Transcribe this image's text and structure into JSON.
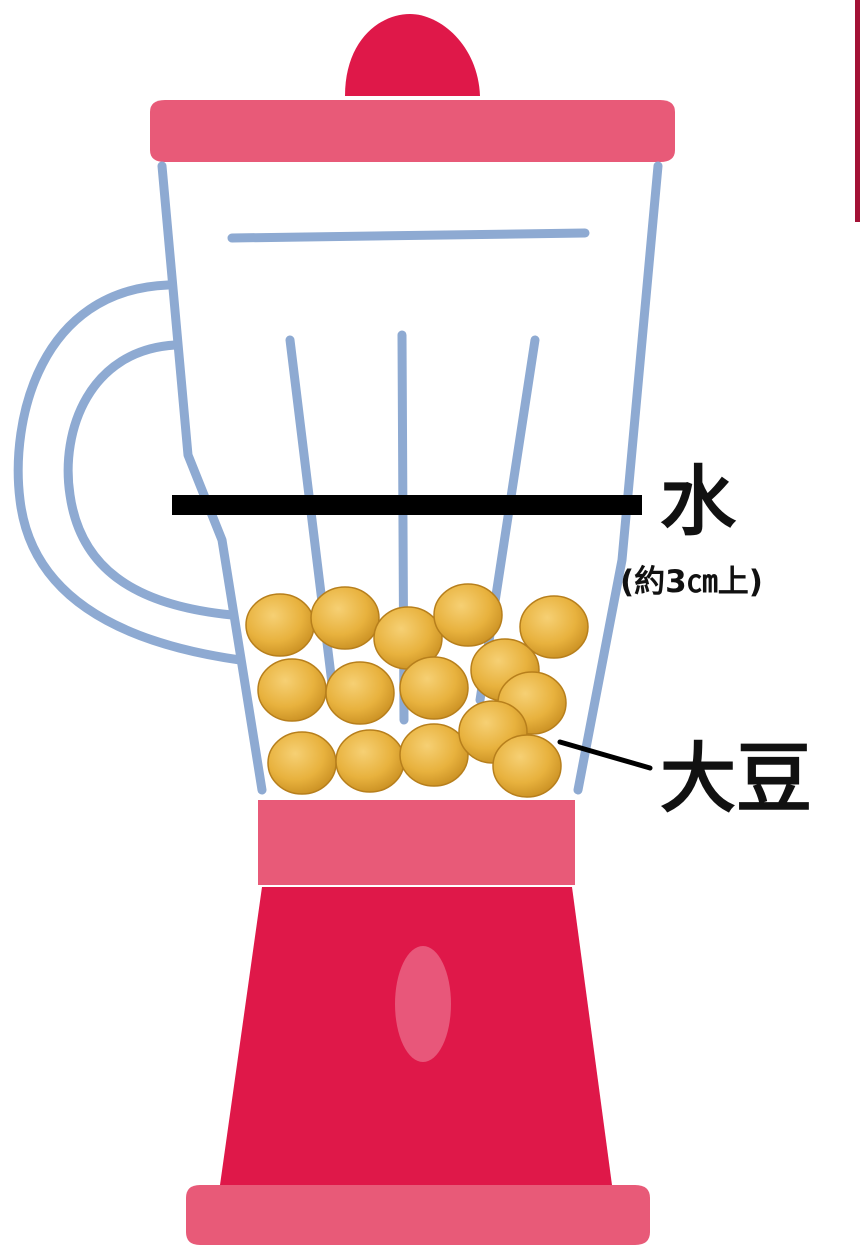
{
  "labels": {
    "water": "水",
    "water_note": "(約3㎝上)",
    "soybeans": "大豆"
  },
  "colors": {
    "lid": "#e85a78",
    "knob": "#df1849",
    "glass_outline": "#8eaad2",
    "water_line": "#000000",
    "bean": "#e8b23e",
    "bean_highlight": "#f6d074",
    "base_collar": "#e85a78",
    "base_body": "#df1849",
    "base_button": "#e8577a",
    "foot": "#e85a78",
    "frame_edge": "#a31236"
  },
  "icons": {
    "blender": "blender-icon",
    "bean": "soybean-icon"
  }
}
